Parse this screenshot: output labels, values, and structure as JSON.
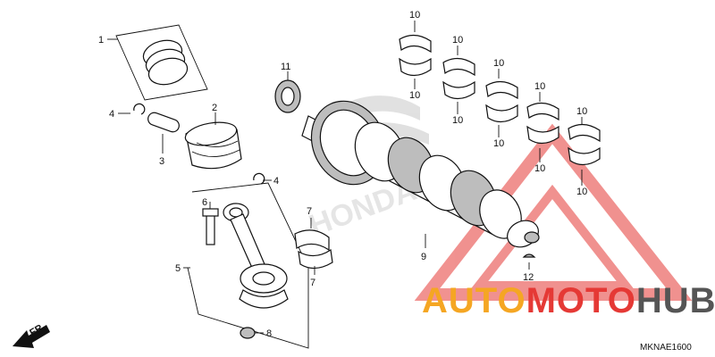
{
  "diagram_code": "MKNAE1600",
  "direction_label": "FR.",
  "watermark": {
    "left_word": "AUTO",
    "middle_word": "MOTO",
    "right_word": "HUB",
    "orange": "#f5a623",
    "red": "#e53935",
    "gray": "#555555"
  },
  "callouts": {
    "c1": "1",
    "c2": "2",
    "c3": "3",
    "c4a": "4",
    "c4b": "4",
    "c5": "5",
    "c6": "6",
    "c7a": "7",
    "c7b": "7",
    "c8": "8",
    "c9": "9",
    "c10_1t": "10",
    "c10_1b": "10",
    "c10_2t": "10",
    "c10_2b": "10",
    "c10_3t": "10",
    "c10_3b": "10",
    "c10_4t": "10",
    "c10_4b": "10",
    "c10_5t": "10",
    "c10_5b": "10",
    "c11": "11",
    "c12": "12"
  }
}
